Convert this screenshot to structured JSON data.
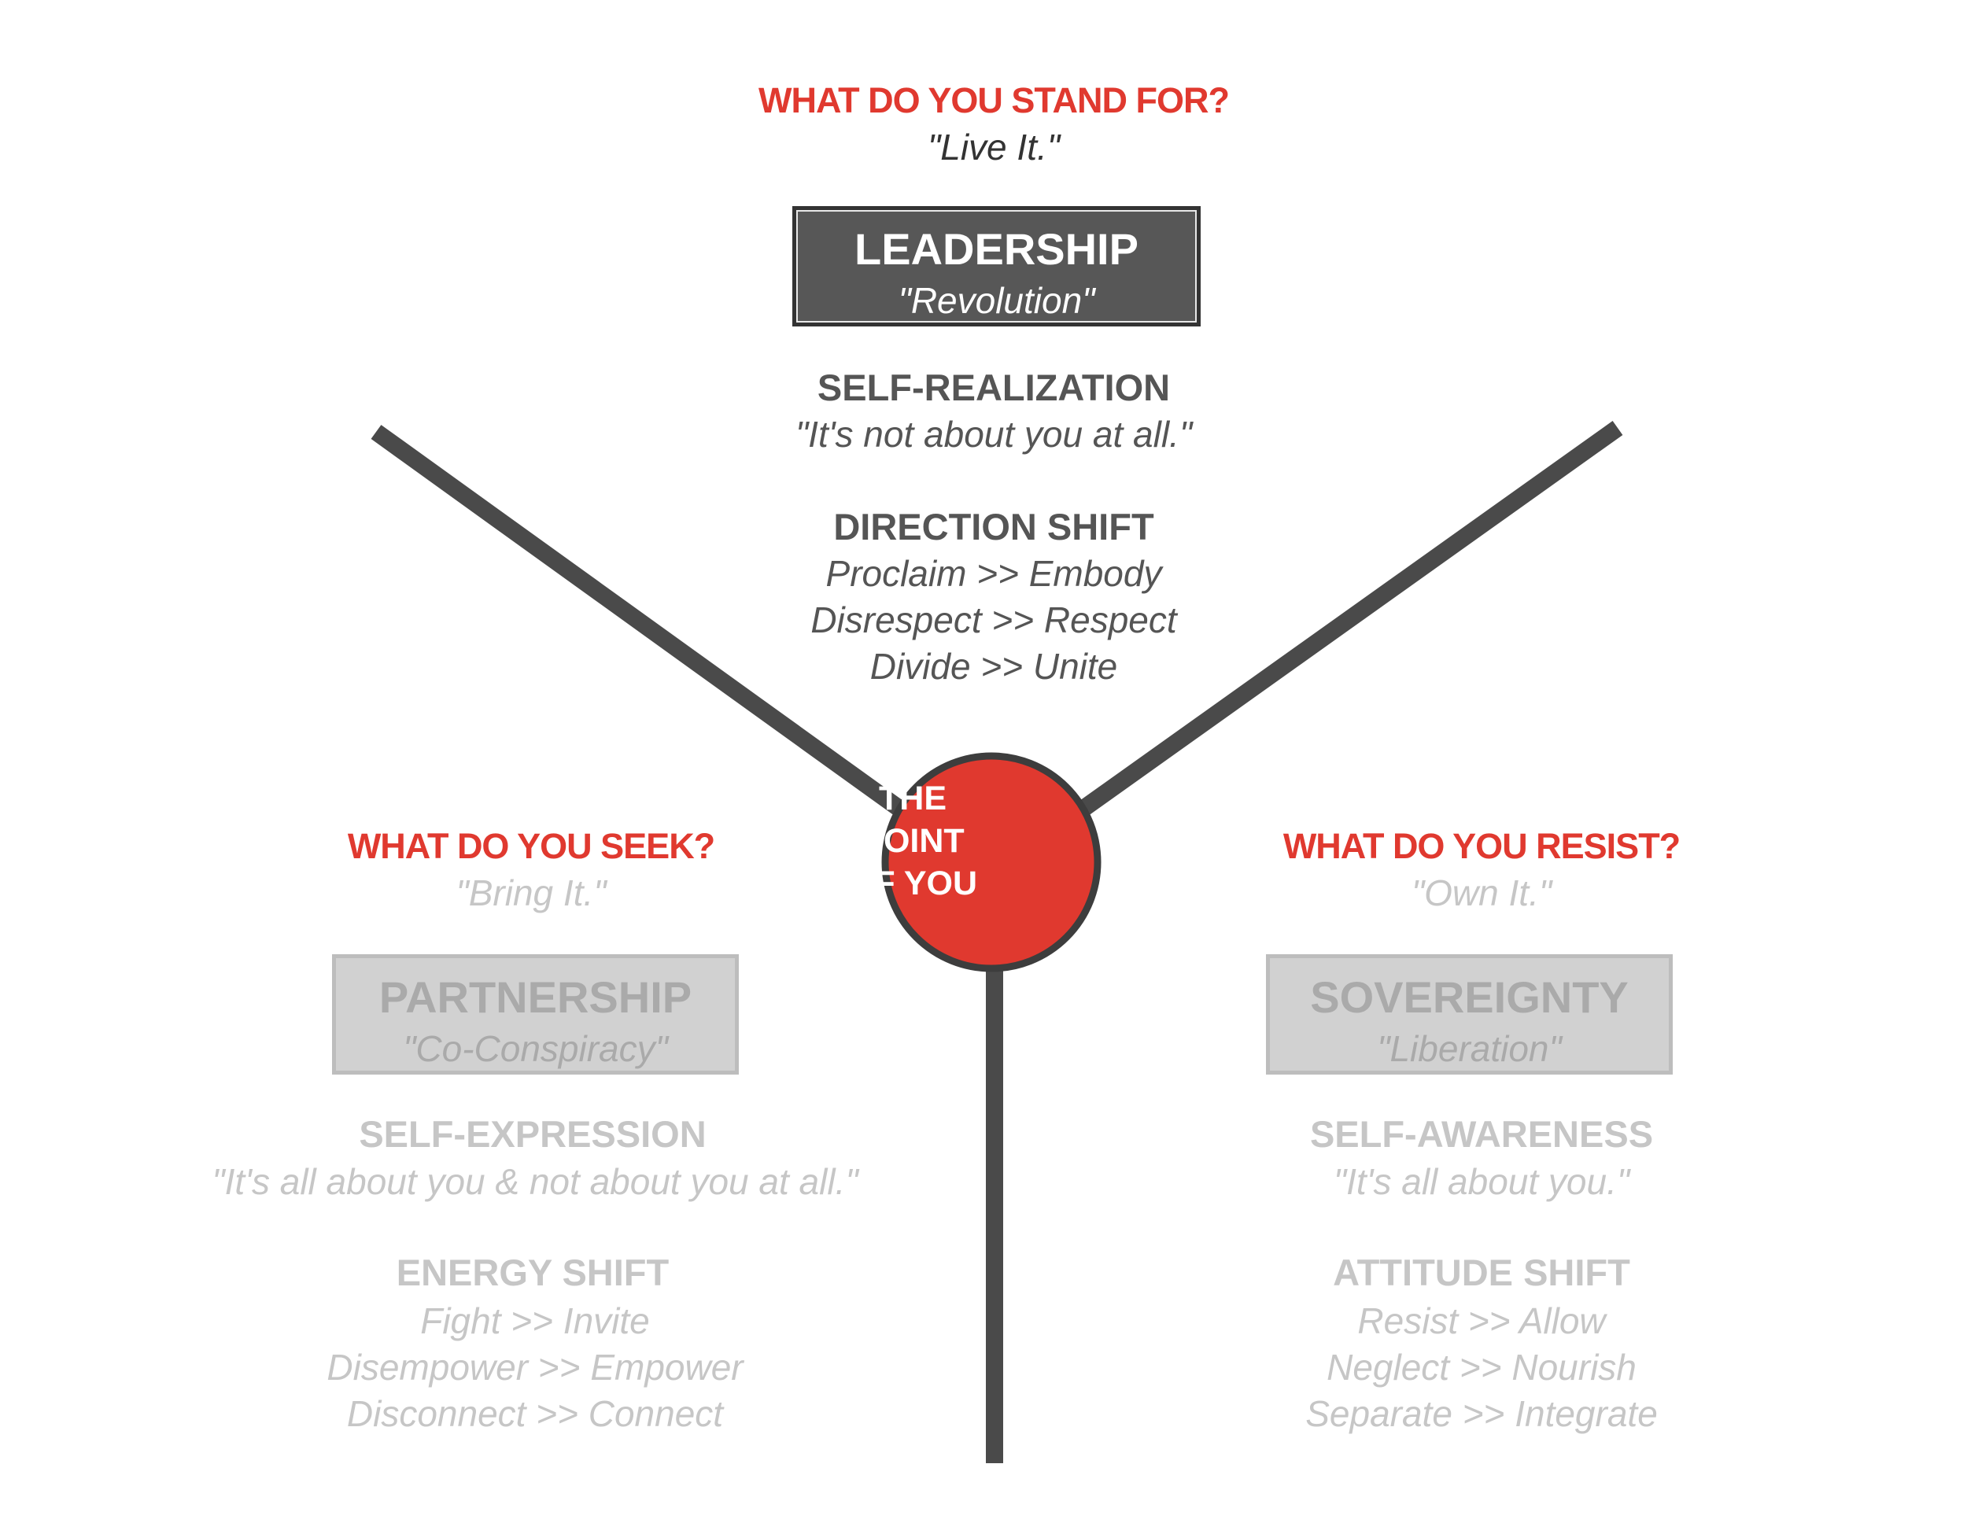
{
  "colors": {
    "accent_red": "#e0392f",
    "stroke_dark": "#4a4a4a",
    "text_dark": "#555555",
    "text_light": "#c6c6c6",
    "box_dark": "#575757",
    "box_light": "#d1d1d1"
  },
  "top": {
    "question": "WHAT DO YOU STAND FOR?",
    "tagline": "\"Live It.\"",
    "box_title": "LEADERSHIP",
    "box_subtitle": "\"Revolution\"",
    "section_title": "SELF-REALIZATION",
    "section_quote": "\"It's not about you at all.\"",
    "shift_title": "DIRECTION SHIFT",
    "shifts": [
      "Proclaim >> Embody",
      "Disrespect >> Respect",
      "Divide >> Unite"
    ]
  },
  "left": {
    "question": "WHAT DO YOU SEEK?",
    "tagline": "\"Bring It.\"",
    "box_title": "PARTNERSHIP",
    "box_subtitle": "\"Co-Conspiracy\"",
    "section_title": "SELF-EXPRESSION",
    "section_quote": "\"It's all about you & not about you at all.\"",
    "shift_title": "ENERGY SHIFT",
    "shifts": [
      "Fight >> Invite",
      "Disempower >> Empower",
      "Disconnect >> Connect"
    ]
  },
  "right": {
    "question": "WHAT DO YOU RESIST?",
    "tagline": "\"Own It.\"",
    "box_title": "SOVEREIGNTY",
    "box_subtitle": "\"Liberation\"",
    "section_title": "SELF-AWARENESS",
    "section_quote": "\"It's all about you.\"",
    "shift_title": "ATTITUDE SHIFT",
    "shifts": [
      "Resist >> Allow",
      "Neglect >> Nourish",
      "Separate >> Integrate"
    ]
  },
  "hub": {
    "lines": [
      "THE",
      "POINT",
      "OF YOU"
    ]
  }
}
